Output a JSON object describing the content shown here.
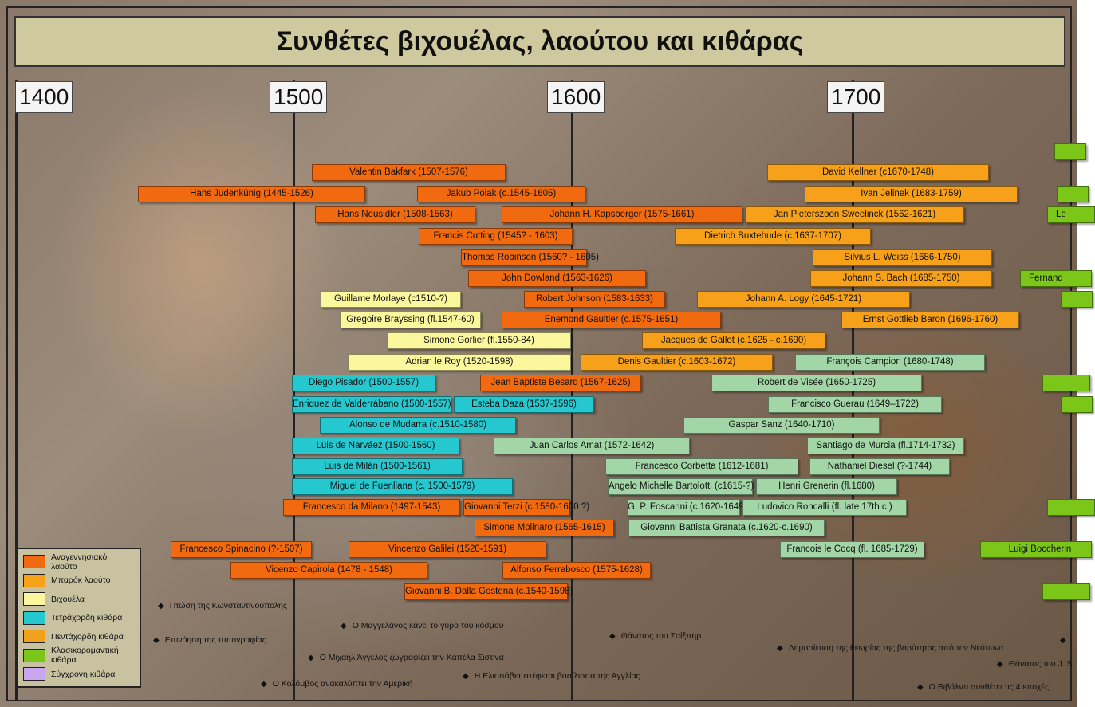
{
  "title": "Συνθέτες βιχουέλας, λαούτου και κιθάρας",
  "centuries": [
    "1400",
    "1500",
    "1600",
    "1700"
  ],
  "legend": [
    {
      "label": "Αναγεννησιακό λαούτο",
      "color": "#f26a10"
    },
    {
      "label": "Μπαρόκ λαούτο",
      "color": "#f7a11a"
    },
    {
      "label": "Βιχουέλα",
      "color": "#fbf79d"
    },
    {
      "label": "Τετράχορδη κιθάρα",
      "color": "#26c8d0"
    },
    {
      "label": "Πεντάχορδη κιθάρα",
      "color": "#f0a21d"
    },
    {
      "label": "Κλασικορομαντική κιθάρα",
      "color": "#7cc61a"
    },
    {
      "label": "Σύγχρονη κιθάρα",
      "color": "#c9a6f0"
    }
  ],
  "composers": [
    {
      "label": "Valentin Bakfark (1507-1576)",
      "category": "renaissance-lute"
    },
    {
      "label": "Hans Judenkünig (1445-1526)",
      "category": "renaissance-lute"
    },
    {
      "label": "Jakub Polak (c.1545-1605)",
      "category": "renaissance-lute"
    },
    {
      "label": "Hans Neusidler (1508-1563)",
      "category": "renaissance-lute"
    },
    {
      "label": "Johann H. Kapsberger (1575-1661)",
      "category": "renaissance-lute"
    },
    {
      "label": "Francis Cutting (1545? - 1603)",
      "category": "renaissance-lute"
    },
    {
      "label": "Thomas Robinson (1560? - 1605)",
      "category": "renaissance-lute"
    },
    {
      "label": "John Dowland (1563-1626)",
      "category": "renaissance-lute"
    },
    {
      "label": "Robert Johnson (1583-1633)",
      "category": "renaissance-lute"
    },
    {
      "label": "Enemond Gaultier (c.1575-1651)",
      "category": "renaissance-lute"
    },
    {
      "label": "Jean Baptiste Besard (1567-1625)",
      "category": "renaissance-lute"
    },
    {
      "label": "Francesco da Milano (1497-1543)",
      "category": "renaissance-lute"
    },
    {
      "label": "Giovanni Terzi (c.1580-1600 ?)",
      "category": "renaissance-lute"
    },
    {
      "label": "Simone Molinaro (1565-1615)",
      "category": "renaissance-lute"
    },
    {
      "label": "Francesco Spinacino (?-1507)",
      "category": "renaissance-lute"
    },
    {
      "label": "Vincenzo Galilei (1520-1591)",
      "category": "renaissance-lute"
    },
    {
      "label": "Vicenzo Capirola (1478 - 1548)",
      "category": "renaissance-lute"
    },
    {
      "label": "Alfonso Ferrabosco (1575-1628)",
      "category": "renaissance-lute"
    },
    {
      "label": "Giovanni B. Dalla Gostena (c.1540-1598)",
      "category": "renaissance-lute"
    },
    {
      "label": "David Kellner (c1670-1748)",
      "category": "baroque-lute"
    },
    {
      "label": "Ivan Jelinek (1683-1759)",
      "category": "baroque-lute"
    },
    {
      "label": "Jan Pieterszoon Sweelinck (1562-1621)",
      "category": "baroque-lute"
    },
    {
      "label": "Dietrich Buxtehude (c.1637-1707)",
      "category": "baroque-lute"
    },
    {
      "label": "Silvius L. Weiss (1686-1750)",
      "category": "baroque-lute"
    },
    {
      "label": "Johann S. Bach (1685-1750)",
      "category": "baroque-lute"
    },
    {
      "label": "Johann A. Logy (1645-1721)",
      "category": "baroque-lute"
    },
    {
      "label": "Ernst Gottlieb Baron (1696-1760)",
      "category": "baroque-lute"
    },
    {
      "label": "Jacques de Gallot (c.1625 - c.1690)",
      "category": "baroque-lute"
    },
    {
      "label": "Denis Gaultier (c.1603-1672)",
      "category": "baroque-lute"
    },
    {
      "label": "Guillame Morlaye (c1510-?)",
      "category": "vihuela"
    },
    {
      "label": "Gregoire Brayssing (fl.1547-60)",
      "category": "vihuela"
    },
    {
      "label": "Simone Gorlier (fl.1550-84)",
      "category": "vihuela"
    },
    {
      "label": "Adrian le Roy (1520-1598)",
      "category": "vihuela"
    },
    {
      "label": "Diego Pisador (1500-1557)",
      "category": "four-course-guitar"
    },
    {
      "label": "Enriquez de Valderrábano (1500-1557)",
      "category": "four-course-guitar"
    },
    {
      "label": "Esteba Daza (1537-1596)",
      "category": "four-course-guitar"
    },
    {
      "label": "Alonso de Mudarra (c.1510-1580)",
      "category": "four-course-guitar"
    },
    {
      "label": "Luis de Narváez (1500-1560)",
      "category": "four-course-guitar"
    },
    {
      "label": "Luis de Milán (1500-1561)",
      "category": "four-course-guitar"
    },
    {
      "label": "Miguel de Fuenllana (c. 1500-1579)",
      "category": "four-course-guitar"
    },
    {
      "label": "François Campion (1680-1748)",
      "category": "five-course-guitar"
    },
    {
      "label": "Robert de Visée (1650-1725)",
      "category": "five-course-guitar"
    },
    {
      "label": "Francisco Guerau (1649–1722)",
      "category": "five-course-guitar"
    },
    {
      "label": "Gaspar Sanz (1640-1710)",
      "category": "five-course-guitar"
    },
    {
      "label": "Juan Carlos Amat (1572-1642)",
      "category": "five-course-guitar"
    },
    {
      "label": "Santiago de Murcia (fl.1714-1732)",
      "category": "five-course-guitar"
    },
    {
      "label": "Francesco Corbetta (1612-1681)",
      "category": "five-course-guitar"
    },
    {
      "label": "Nathaniel Diesel (?-1744)",
      "category": "five-course-guitar"
    },
    {
      "label": "Angelo Michelle Bartolotti (c1615-?)",
      "category": "five-course-guitar"
    },
    {
      "label": "Henri Grenerin (fl.1680)",
      "category": "five-course-guitar"
    },
    {
      "label": "G. P. Foscarini (c.1620-1649)",
      "category": "five-course-guitar"
    },
    {
      "label": "Ludovico Roncalli (fl. late 17th c.)",
      "category": "five-course-guitar"
    },
    {
      "label": "Giovanni Battista Granata (c.1620-c.1690)",
      "category": "five-course-guitar"
    },
    {
      "label": "Francois le Cocq (fl. 1685-1729)",
      "category": "five-course-guitar"
    },
    {
      "label": "Le",
      "category": "classical-romantic-guitar"
    },
    {
      "label": "Fernand",
      "category": "classical-romantic-guitar"
    },
    {
      "label": "Luigi Boccherin",
      "category": "classical-romantic-guitar"
    }
  ],
  "events": [
    "Πτώση της Κωνσταντινούπολης",
    "Επινόηση της τυπογραφίας",
    "Ο Κολόμβος ανακαλύπτει την Αμερική",
    "Ο Μαγγελάνος κάνει το γύρο του κόσμου",
    "Ο Μιχαήλ Άγγελος ζωγραφίζει την Καπέλα Σιστίνα",
    "Η Ελισσάβετ στέφεται βασίλισσα της Αγγλίας",
    "Θάνατος του Σαίξπηρ",
    "Δημοσίευση της θεωρίας της βαρύτητας από τον Νεύτωνα",
    "Θάνατος του J. S.",
    "Ο Βιβάλντι συνθέτει τις 4 εποχές"
  ]
}
